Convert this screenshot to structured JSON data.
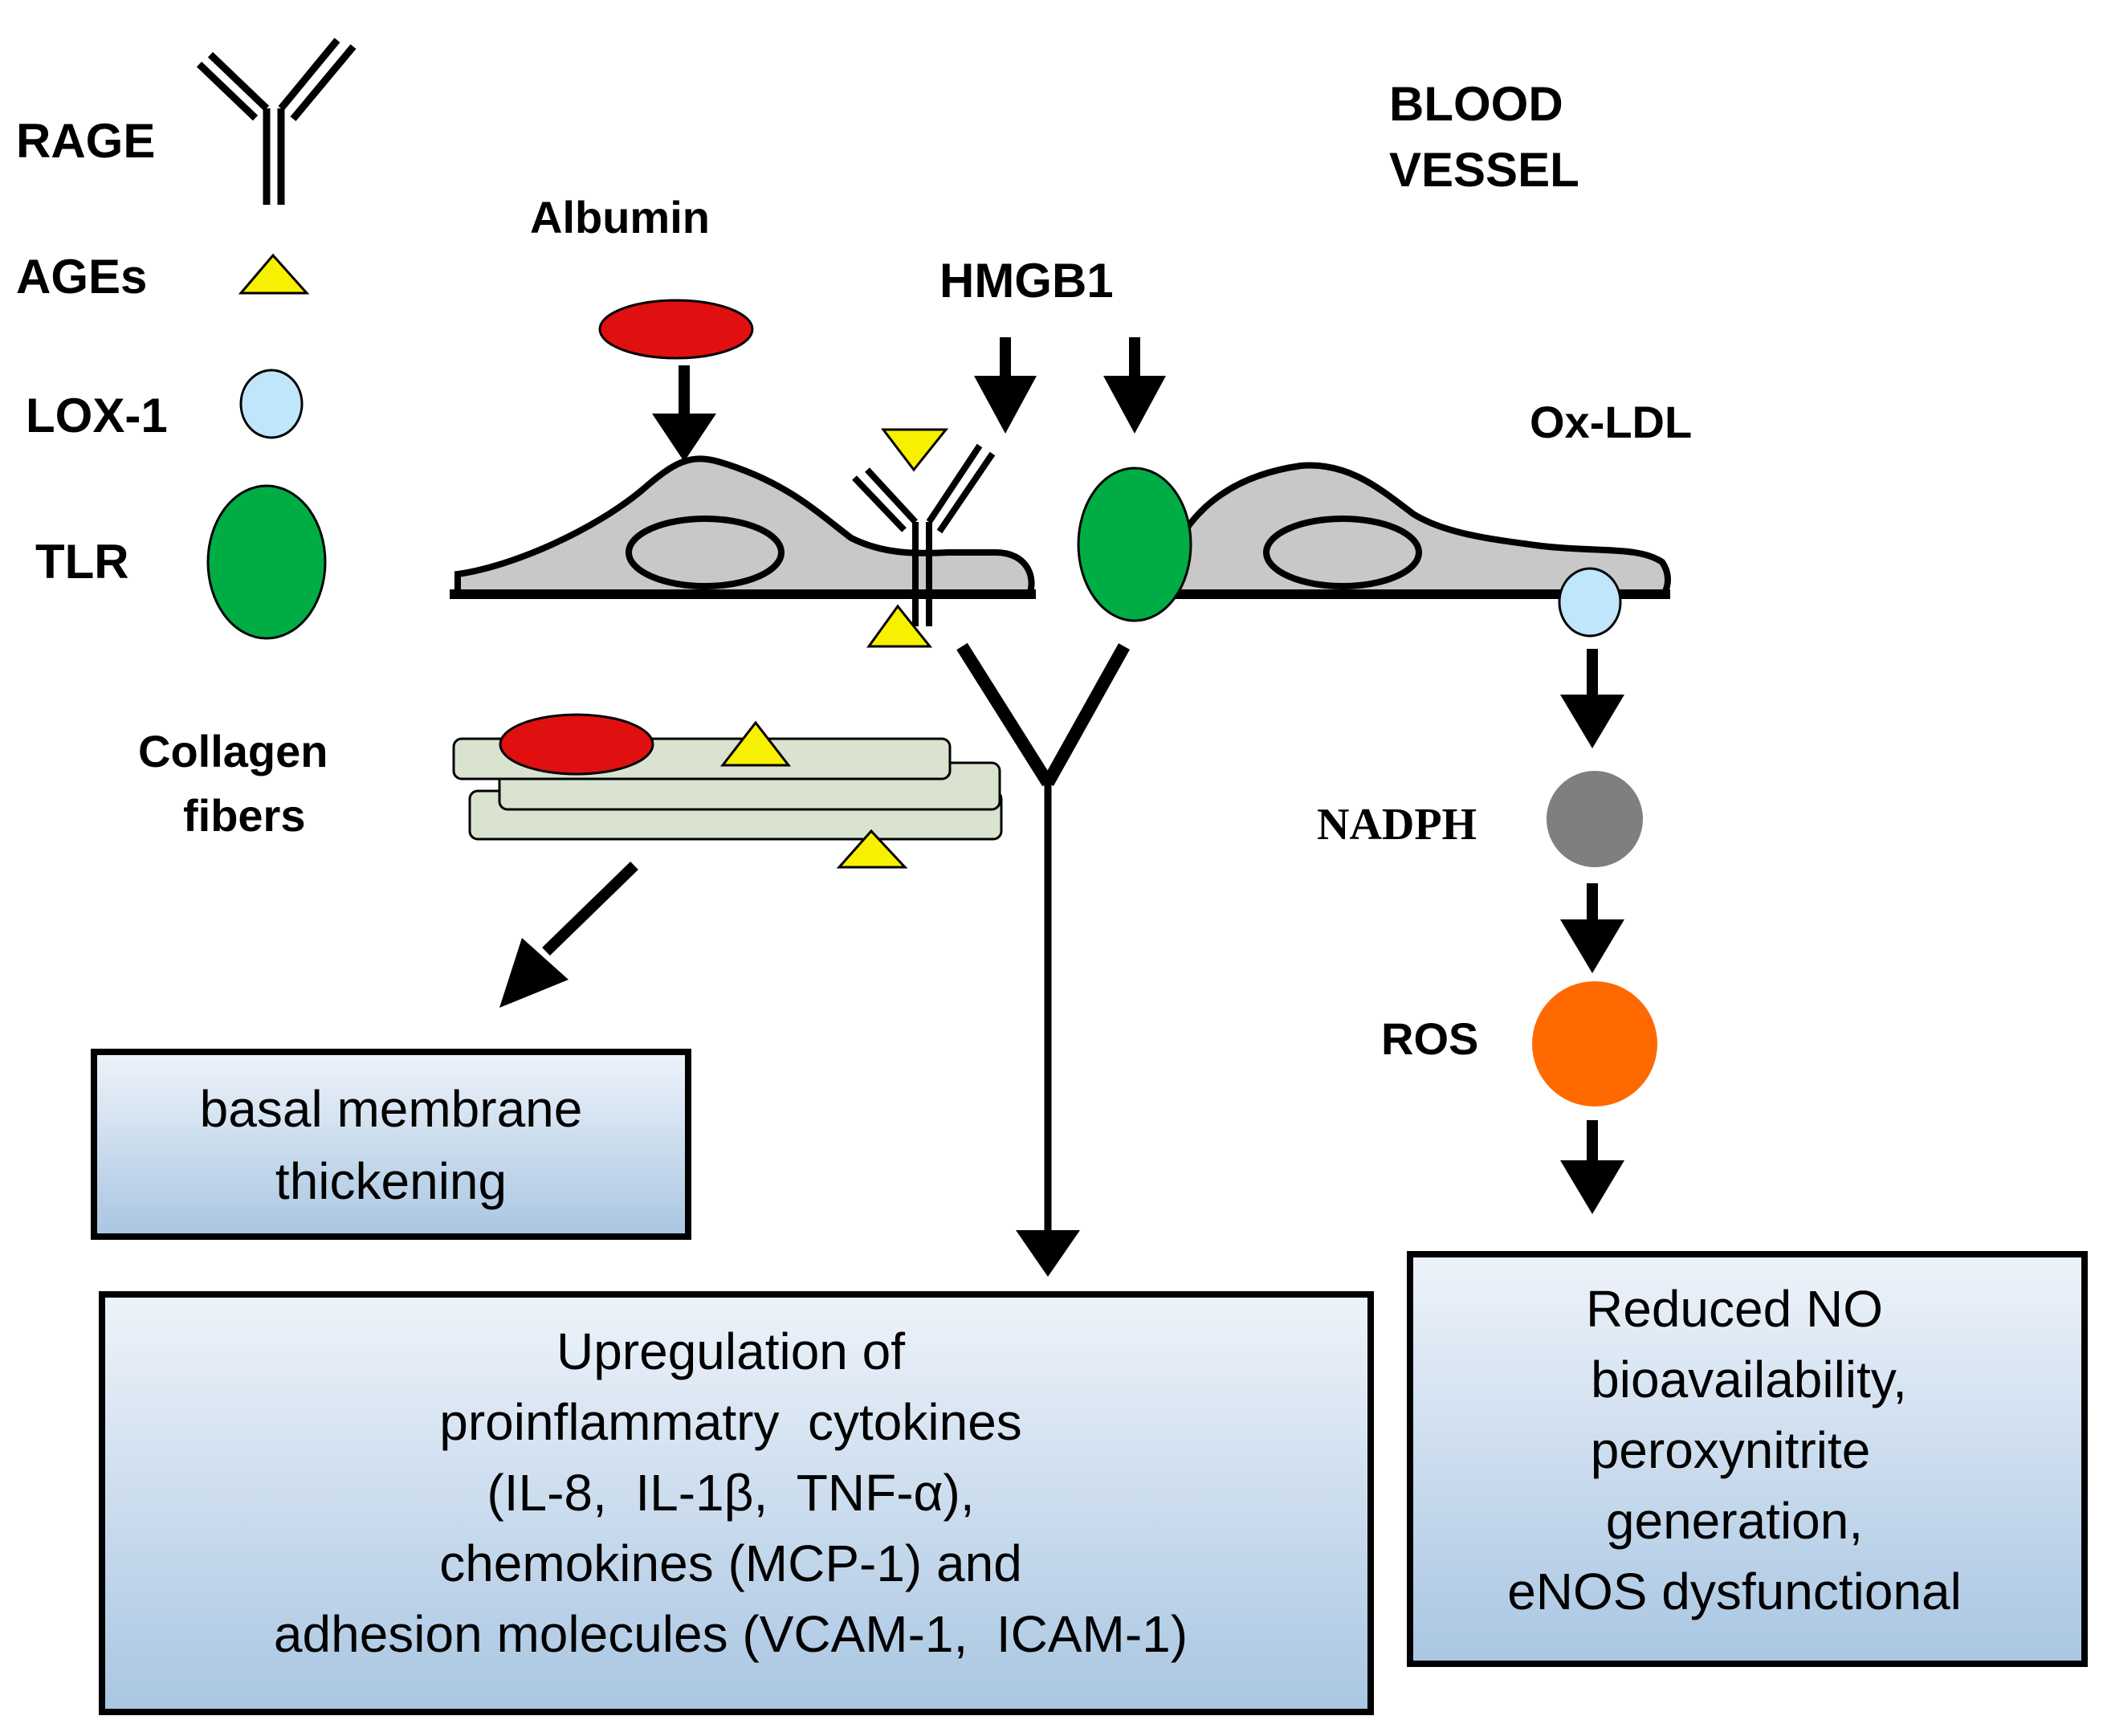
{
  "legend": {
    "rage": "RAGE",
    "ages": "AGEs",
    "lox1": "LOX-1",
    "tlr": "TLR"
  },
  "labels": {
    "albumin": "Albumin",
    "hmgb1": "HMGB1",
    "blood_vessel_line1": "BLOOD",
    "blood_vessel_line2": "VESSEL",
    "ox_ldl": "Ox-LDL",
    "collagen_line1": "Collagen",
    "collagen_line2": "fibers",
    "nadph": "NADPH",
    "ros": "ROS"
  },
  "boxes": {
    "basal": [
      "basal membrane",
      "thickening"
    ],
    "upregulation": [
      "Upregulation of",
      "proinflammatry  cytokines",
      "(IL-8,  IL-1β,  TNF-α),",
      "chemokines (MCP-1) and",
      "adhesion molecules (VCAM-1,  ICAM-1)"
    ],
    "reduced_no": [
      "Reduced NO",
      "bioavailability,",
      "peroxynitrite",
      "generation,",
      "eNOS dysfunctional"
    ]
  },
  "colors": {
    "albumin": "#e01010",
    "ages": "#f7f000",
    "lox1": "#bfe6fa",
    "tlr": "#00ad45",
    "nadph": "#7f7f7f",
    "ros": "#ff6a00",
    "cell": "#c8c8c8",
    "collagen": "#d9e3cf",
    "box_top": "#eef3fa",
    "box_bottom": "#a9c6e2"
  }
}
